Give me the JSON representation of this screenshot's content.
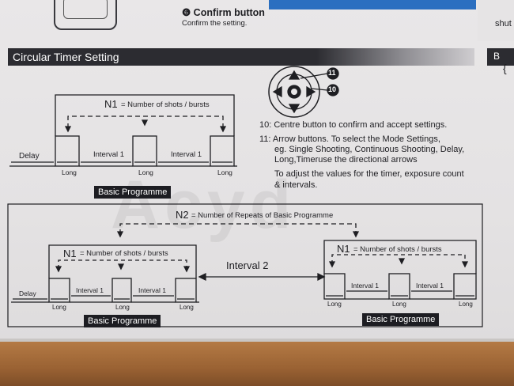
{
  "header_strip": {
    "confirm_button_title": "❻ Confirm button",
    "confirm_button_desc": "Confirm the setting.",
    "right_fragment": "shut"
  },
  "section": {
    "title": "Circular Timer Setting",
    "right_tab": "B",
    "right_symbol": "{"
  },
  "dpad": {
    "center_label": "11",
    "arrow_label": "10"
  },
  "diagram1": {
    "n1_label": "N1",
    "n1_text": "= Number of shots / bursts",
    "delay_label": "Delay",
    "interval1_labels": [
      "Interval 1",
      "Interval 1"
    ],
    "long_labels": [
      "Long",
      "Long",
      "Long"
    ],
    "basic_programme": "Basic Programme"
  },
  "instructions": {
    "line10": "10:  Centre button to confirm and accept settings.",
    "line11a": "11:  Arrow buttons. To select the Mode Settings,",
    "line11b": "eg. Single Shooting, Continuous Shooting, Delay,",
    "line11c": "Long,Timeruse the directional arrows",
    "line11d": "To adjust the values for the timer, exposure count",
    "line11e": "& intervals."
  },
  "diagram2": {
    "n2_label": "N2",
    "n2_text": "= Number of Repeats of Basic Programme",
    "interval2_label": "Interval 2",
    "left": {
      "n1_label": "N1",
      "n1_text": "= Number of shots / bursts",
      "delay_label": "Delay",
      "interval1_labels": [
        "Interval 1",
        "Interval 1"
      ],
      "long_labels": [
        "Long",
        "Long",
        "Long"
      ],
      "basic_programme": "Basic Programme"
    },
    "right": {
      "n1_label": "N1",
      "n1_text": "= Number of shots / bursts",
      "interval1_labels": [
        "Interval 1",
        "Interval 1"
      ],
      "long_labels": [
        "Long",
        "Long",
        "Long"
      ],
      "basic_programme": "Basic Programme"
    }
  },
  "watermark": "Acyd",
  "colors": {
    "ink": "#1e1e22",
    "header_bar": "#2c2c31",
    "table": "#9a6233",
    "blue": "#2b6fc0"
  }
}
